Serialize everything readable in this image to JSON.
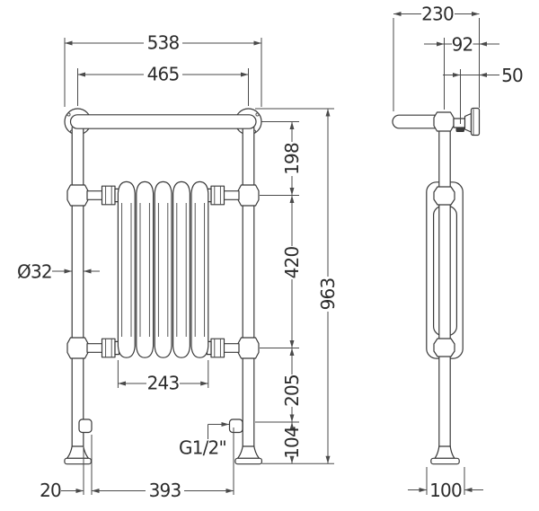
{
  "front_view": {
    "overall_width": "538",
    "fixing_centres_width": "465",
    "rail_to_top_connection": "198",
    "connection_vertical_spacing": "420",
    "overall_height": "963",
    "lower_connection_to_valve": "205",
    "valve_to_floor": "104",
    "radiator_body_width": "243",
    "tube_diameter": "Ø32",
    "connection_thread": "G1/2\"",
    "post_to_valve_offset": "20",
    "valve_spacing": "393"
  },
  "side_view": {
    "overall_depth": "230",
    "wall_to_pipe_centre": "92",
    "wall_to_bracket": "50",
    "foot_width": "100"
  },
  "colors": {
    "line": "#383838",
    "dimension_line": "#4a4a4a",
    "text": "#2b2b2b",
    "background": "#ffffff"
  }
}
